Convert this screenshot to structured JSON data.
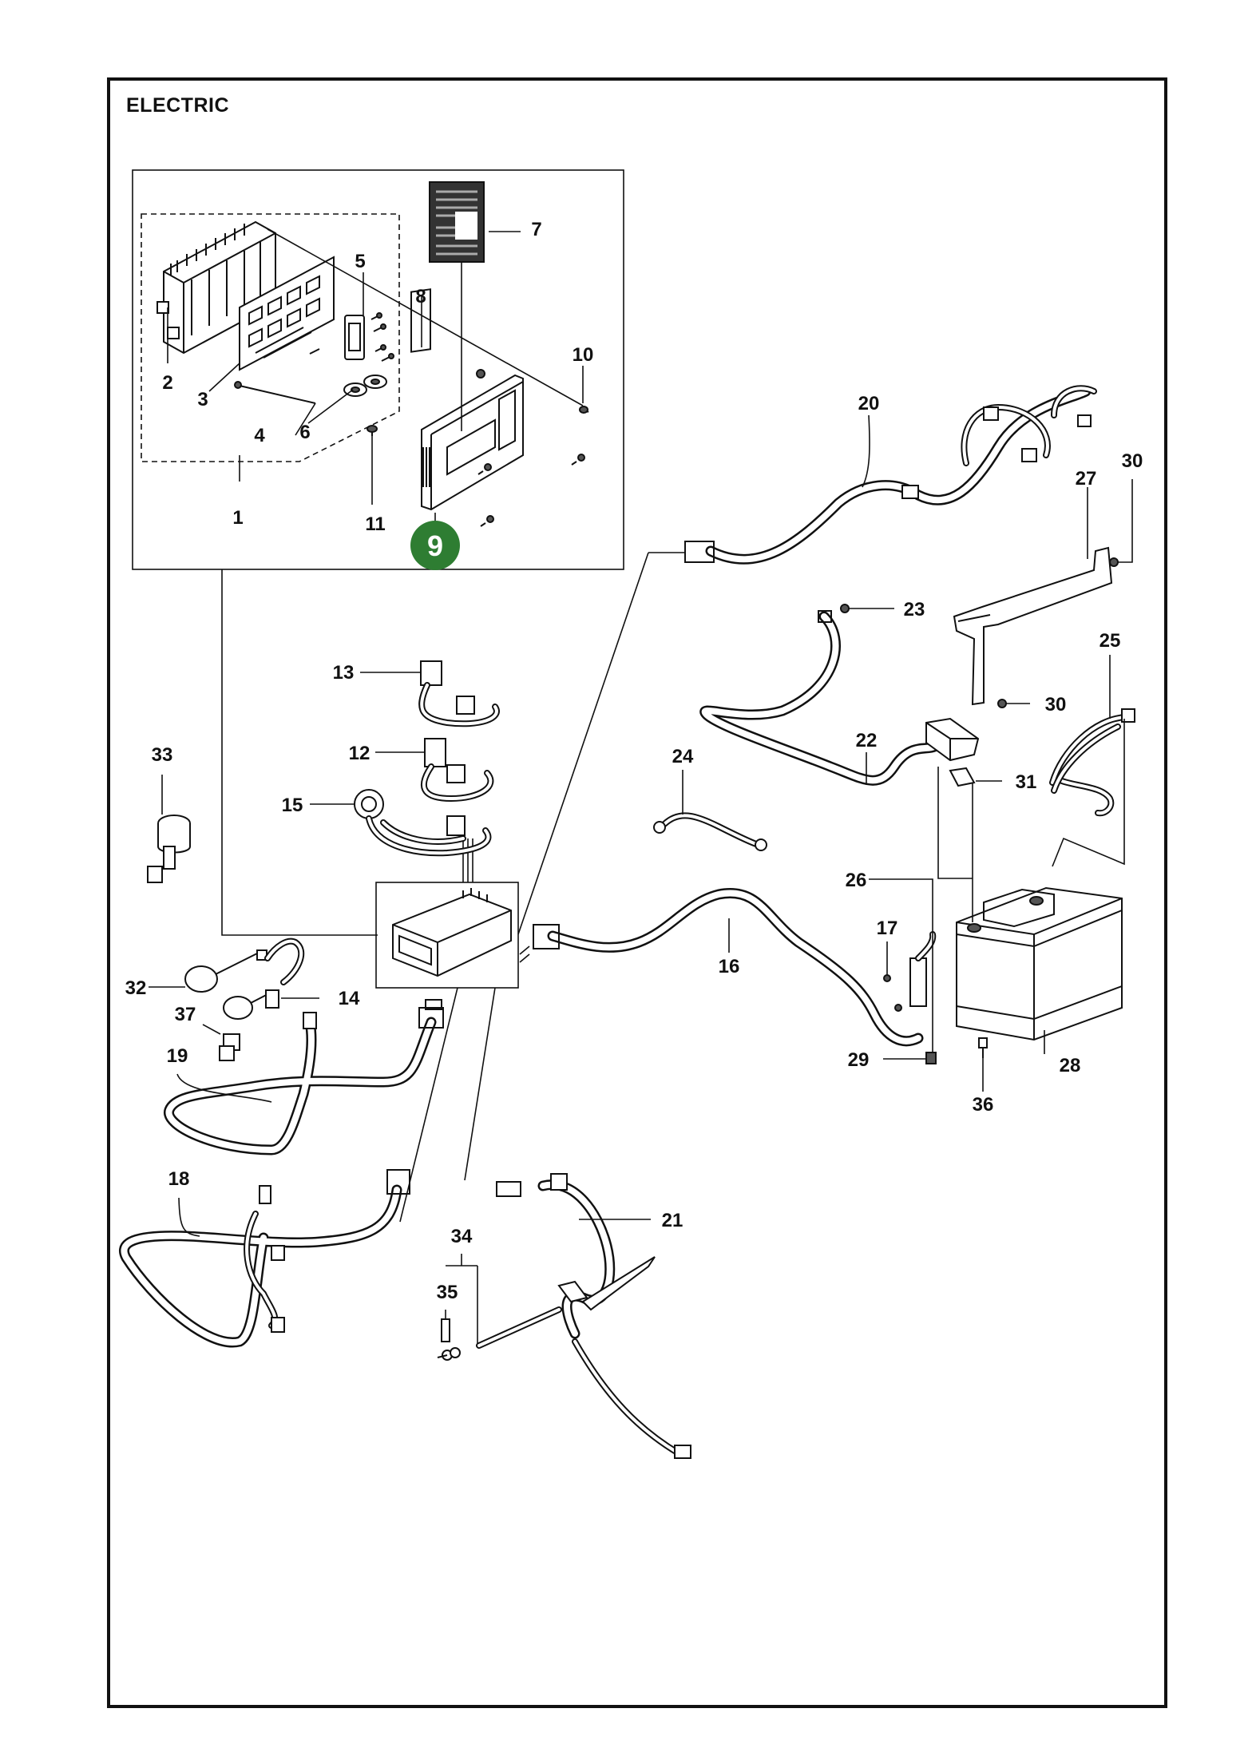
{
  "page": {
    "title": "ELECTRIC"
  },
  "callouts": {
    "c1": "1",
    "c2": "2",
    "c3": "3",
    "c4": "4",
    "c5": "5",
    "c6": "6",
    "c7": "7",
    "c8": "8",
    "c9": "9",
    "c10": "10",
    "c11": "11",
    "c12": "12",
    "c13": "13",
    "c14": "14",
    "c15": "15",
    "c16": "16",
    "c17": "17",
    "c18": "18",
    "c19": "19",
    "c20": "20",
    "c21": "21",
    "c22": "22",
    "c23": "23",
    "c24": "24",
    "c25": "25",
    "c26": "26",
    "c27": "27",
    "c28": "28",
    "c29": "29",
    "c30a": "30",
    "c30b": "30",
    "c31": "31",
    "c32": "32",
    "c33": "33",
    "c34": "34",
    "c35": "35",
    "c36": "36",
    "c37": "37"
  },
  "highlight": {
    "part": "9",
    "color": "#2e7d32"
  }
}
